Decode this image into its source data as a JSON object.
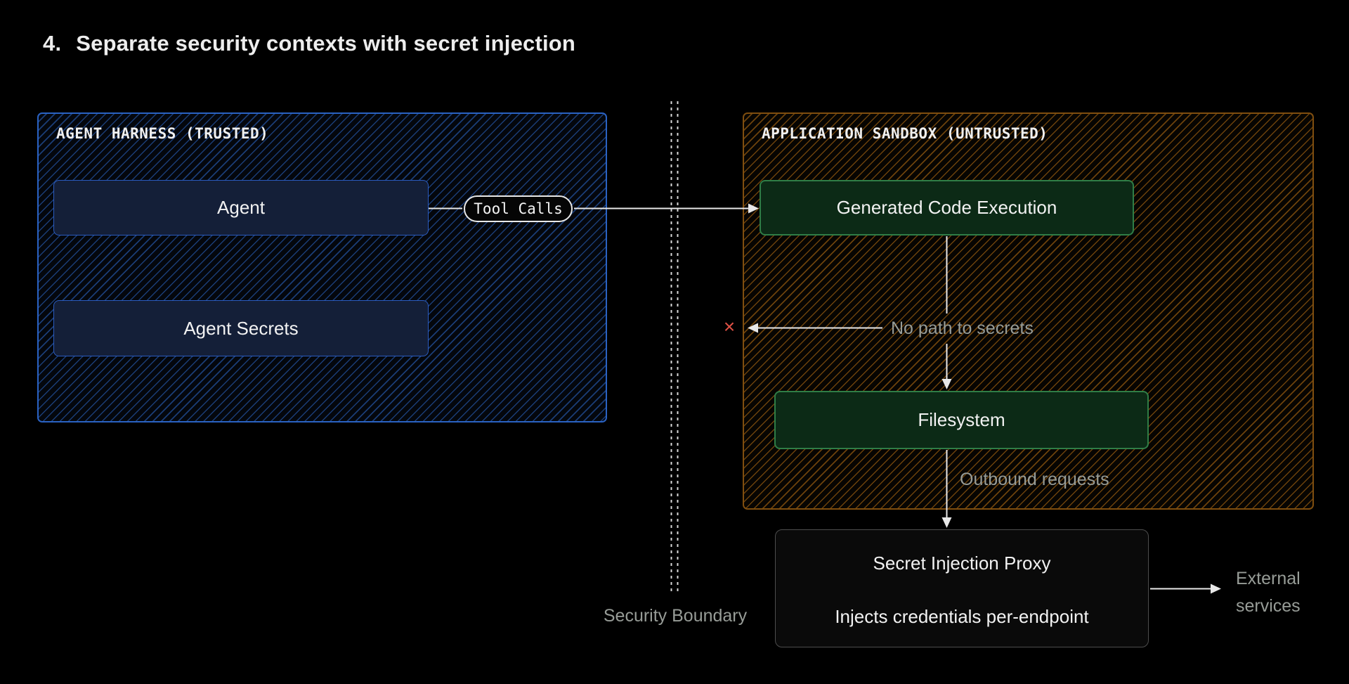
{
  "title": {
    "number": "4.",
    "text": "Separate security contexts with secret injection"
  },
  "harness": {
    "header": "AGENT HARNESS (TRUSTED)",
    "agent_label": "Agent",
    "secrets_label": "Agent Secrets"
  },
  "sandbox": {
    "header": "APPLICATION SANDBOX (UNTRUSTED)",
    "code_exec_label": "Generated Code Execution",
    "filesystem_label": "Filesystem"
  },
  "proxy": {
    "title": "Secret Injection Proxy",
    "subtitle": "Injects credentials per-endpoint"
  },
  "labels": {
    "tool_calls": "Tool Calls",
    "no_path": "No path to secrets",
    "blocked": "×",
    "outbound": "Outbound requests",
    "external_services": "External services",
    "security_boundary": "Security Boundary"
  },
  "colors": {
    "harness_border": "#2a62c2",
    "harness_hatch": "#2d69cd",
    "harness_node_fill": "#141f38",
    "sandbox_border": "#7f4e0f",
    "sandbox_hatch": "#b06a12",
    "green_node_fill": "#0c2a16",
    "green_node_border": "#2f7d46",
    "proxy_fill": "#0a0a0a",
    "proxy_border": "#4d4d4d",
    "muted_text": "#979c97",
    "blocked_red": "#de5145",
    "connector": "#e8e8e8"
  }
}
